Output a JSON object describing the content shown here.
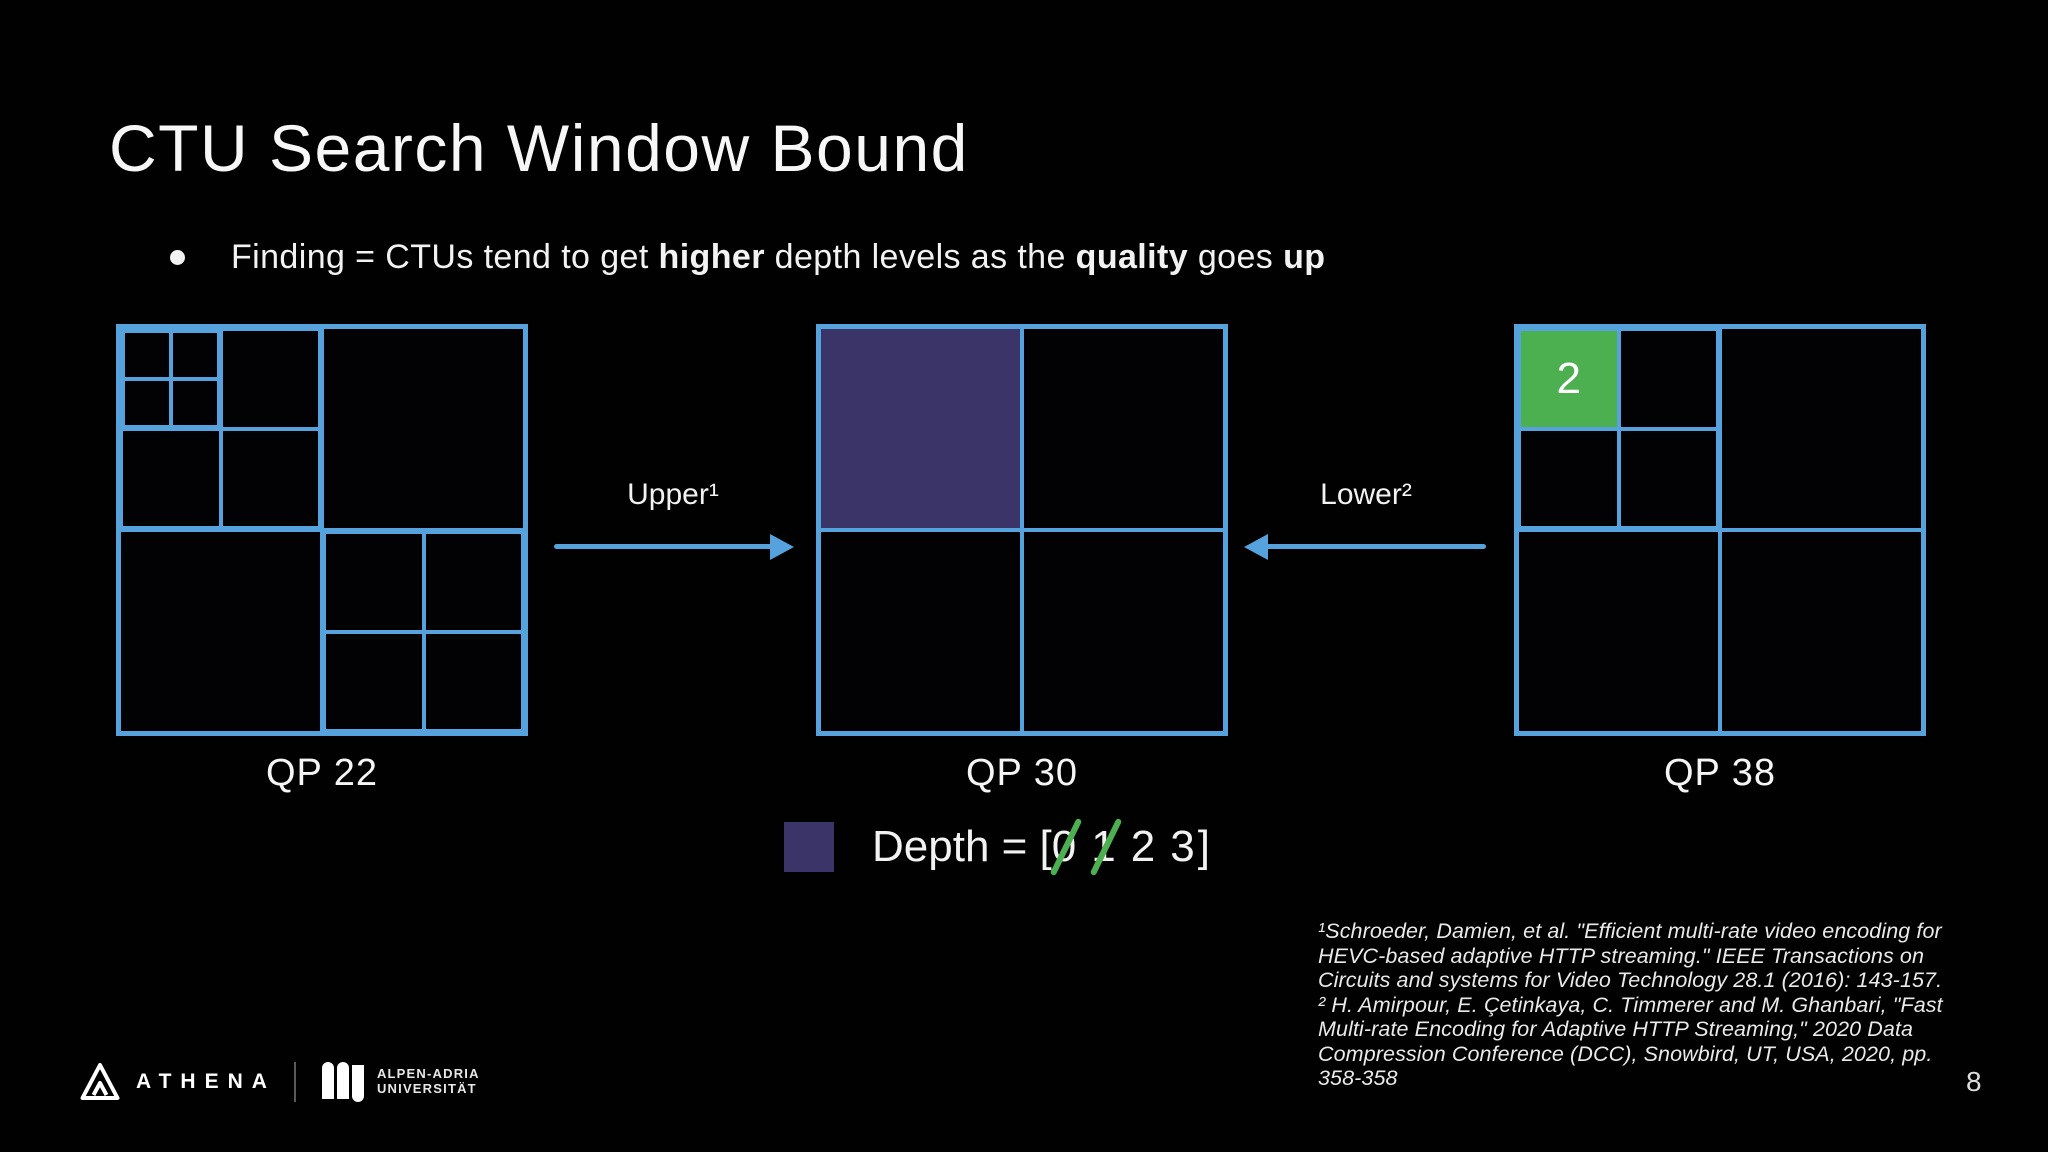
{
  "slide": {
    "title": "CTU Search Window Bound",
    "page_number": "8"
  },
  "bullet": {
    "segments": [
      {
        "text": "Finding = CTUs tend to get ",
        "bold": false
      },
      {
        "text": "higher",
        "bold": true
      },
      {
        "text": " depth levels as the ",
        "bold": false
      },
      {
        "text": "quality",
        "bold": true
      },
      {
        "text": " goes ",
        "bold": false
      },
      {
        "text": "up",
        "bold": true
      }
    ]
  },
  "colors": {
    "background": "#010102",
    "grid_line": "#55a2dd",
    "purple": "#3a3468",
    "green": "#4caf50"
  },
  "diagrams": [
    {
      "label": "QP 22",
      "tree": {
        "children": [
          {
            "children": [
              {
                "children": [
                  null,
                  null,
                  null,
                  null
                ]
              },
              null,
              null,
              null
            ]
          },
          null,
          null,
          {
            "children": [
              null,
              null,
              null,
              null
            ]
          }
        ]
      }
    },
    {
      "label": "QP 30",
      "tree": {
        "children": [
          {
            "fill": "purple"
          },
          null,
          null,
          null
        ]
      }
    },
    {
      "label": "QP 38",
      "tree": {
        "children": [
          {
            "children": [
              {
                "fill": "green",
                "label": "2"
              },
              null,
              null,
              null
            ]
          },
          null,
          null,
          null
        ]
      }
    }
  ],
  "arrows": [
    {
      "label": "Upper¹",
      "direction": "right"
    },
    {
      "label": "Lower²",
      "direction": "left"
    }
  ],
  "legend": {
    "swatch_color": "#3a3468",
    "prefix": "Depth = [",
    "values": [
      {
        "text": "0",
        "struck": true
      },
      {
        "text": "1",
        "struck": true
      },
      {
        "text": "2",
        "struck": false
      },
      {
        "text": "3",
        "struck": false
      }
    ],
    "suffix": "]"
  },
  "footnotes": [
    "¹Schroeder, Damien, et al. \"Efficient multi-rate video encoding for HEVC-based adaptive HTTP streaming.\" IEEE Transactions on Circuits and systems for Video Technology 28.1 (2016): 143-157.",
    "² H. Amirpour, E. Çetinkaya, C. Timmerer and M. Ghanbari, \"Fast Multi-rate Encoding for Adaptive HTTP Streaming,\" 2020 Data Compression Conference (DCC), Snowbird, UT, USA, 2020, pp. 358-358"
  ],
  "footer": {
    "athena_label": "ATHENA",
    "university_line1": "ALPEN-ADRIA",
    "university_line2": "UNIVERSITÄT"
  }
}
